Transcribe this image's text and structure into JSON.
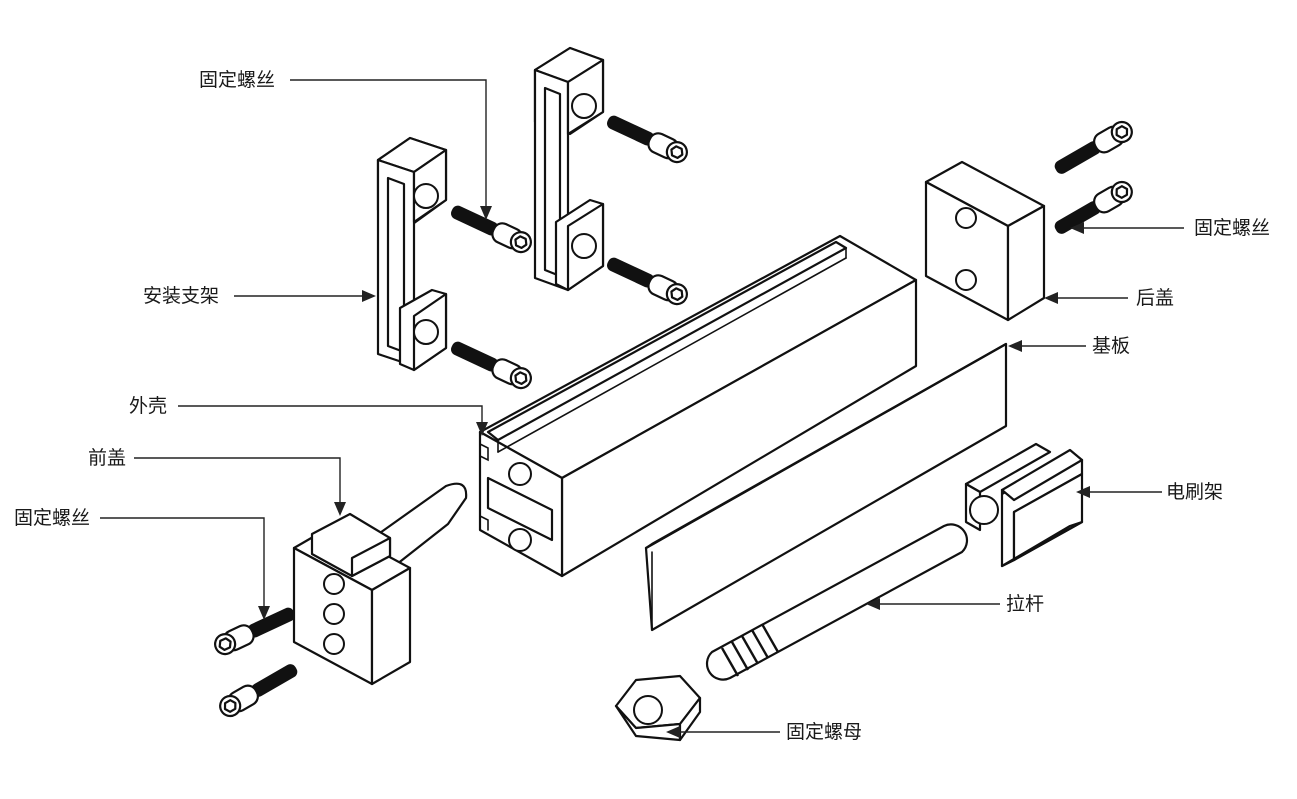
{
  "diagram": {
    "labels": {
      "screw_top_left": "固定螺丝",
      "bracket": "安装支架",
      "housing": "外壳",
      "front_cover": "前盖",
      "screw_front": "固定螺丝",
      "screw_back": "固定螺丝",
      "back_cover": "后盖",
      "base_plate": "基板",
      "brush_holder": "电刷架",
      "tie_rod": "拉杆",
      "nut": "固定螺母"
    }
  }
}
